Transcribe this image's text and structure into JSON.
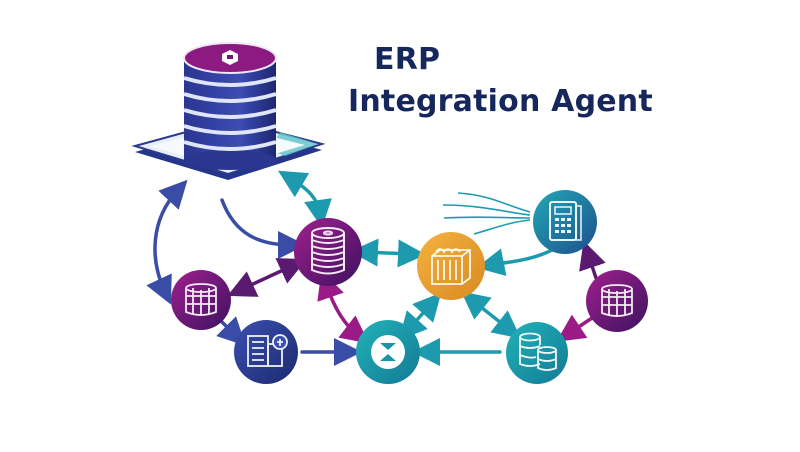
{
  "title": {
    "line1": "ERP",
    "line2": "Integration Agent"
  },
  "colors": {
    "title": "#16275c",
    "navy": "#2b3a8c",
    "purple": "#6a1a7a",
    "magenta": "#9a1a8a",
    "teal": "#1a9aaa",
    "orange": "#e8a030"
  },
  "nodes": [
    {
      "id": "central-erp-database",
      "icon": "stacked-database-icon",
      "color": "navy/purple"
    },
    {
      "id": "database-hub",
      "icon": "disk-stack-icon",
      "color": "purple"
    },
    {
      "id": "data-grid-left",
      "icon": "grid-database-icon",
      "color": "purple"
    },
    {
      "id": "document-server",
      "icon": "document-cloud-icon",
      "color": "navy"
    },
    {
      "id": "sync-node",
      "icon": "sync-icon",
      "color": "teal"
    },
    {
      "id": "inventory-node",
      "icon": "boxes-icon",
      "color": "orange"
    },
    {
      "id": "calculator-node",
      "icon": "calculator-icon",
      "color": "teal"
    },
    {
      "id": "data-grid-right",
      "icon": "grid-database-icon",
      "color": "purple"
    },
    {
      "id": "storage-node",
      "icon": "multi-database-icon",
      "color": "teal"
    }
  ]
}
